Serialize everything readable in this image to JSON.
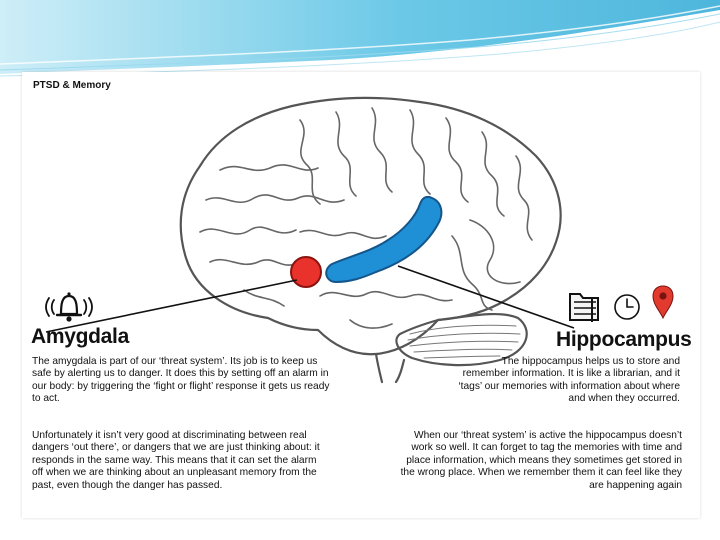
{
  "title": "PTSD & Memory",
  "amygdala": {
    "heading": "Amygdala",
    "paragraph1": "The amygdala is part of our ‘threat system’. Its job is to keep us safe by alerting us to danger. It does this by setting off an alarm in our body: by triggering the ‘fight or flight’ response it gets us ready to act.",
    "paragraph2": "Unfortunately it isn’t very good at discriminating between real dangers ‘out there’, or dangers that we are just thinking about: it responds in the same way. This means that it can set the alarm off when we are thinking about an unpleasant memory from the past, even though the danger has passed.",
    "color": "#e8322b",
    "icon": "alarm-bell-icon"
  },
  "hippocampus": {
    "heading": "Hippocampus",
    "paragraph1": "The hippocampus helps us to store and remember information. It is like a librarian, and it ‘tags’ our memories with information about where and when they occurred.",
    "paragraph2": "When our ‘threat system’ is active the hippocampus doesn’t work so well. It can forget to tag the memories with time and place information, which means they sometimes get stored in the wrong place. When we remember them it can feel like they are happening again",
    "color": "#1f8fd6",
    "icons": [
      "folder-icon",
      "clock-icon",
      "map-pin-icon"
    ]
  }
}
